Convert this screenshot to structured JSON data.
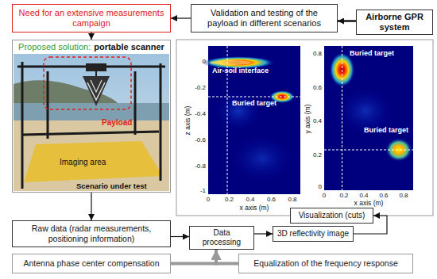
{
  "diagram": {
    "nodes": [
      {
        "text": [
          "Need for an extensive measurements campaign"
        ]
      },
      {
        "text": [
          "Validation and testing of the payload in different scenarios"
        ]
      },
      {
        "text": [
          "Airborne GPR system"
        ]
      },
      {
        "text": [
          "Proposed solution:",
          "portable scanner"
        ]
      },
      {
        "text": [
          "Raw data (radar measurements, positioning information)"
        ]
      },
      {
        "text": [
          "Data processing"
        ]
      },
      {
        "text": [
          "3D reflectivity image"
        ]
      },
      {
        "text": [
          "Visualization (cuts)"
        ]
      },
      {
        "text": [
          "Antenna phase center compensation"
        ]
      },
      {
        "text": [
          "Equalization of the frequency response"
        ]
      }
    ],
    "edges": [
      {
        "from": 2,
        "to": 1,
        "arrow": "to"
      },
      {
        "from": 1,
        "to": 0,
        "arrow": "to"
      },
      {
        "from": 0,
        "to": 3,
        "arrow": "to"
      },
      {
        "from": 3,
        "to": 4,
        "arrow": "to"
      },
      {
        "from": 4,
        "to": 5,
        "arrow": "to"
      },
      {
        "from": 5,
        "to": 6,
        "arrow": "to"
      },
      {
        "from": 6,
        "to": 7,
        "arrow": "to"
      },
      {
        "from": 8,
        "to": 5,
        "arrow": "to"
      },
      {
        "from": 9,
        "to": 5,
        "arrow": "to"
      }
    ],
    "labels": [
      "Payload",
      "Imaging area",
      "Scenario under test",
      "z axis (m)",
      "0",
      "-0.2",
      "-0.4",
      "-0.6",
      "-0.8",
      "-1",
      "0",
      "0.2",
      "0.4",
      "0.6",
      "0.8",
      "x axis (m)",
      "Air-soil interface",
      "Buried target",
      "y axis (m)",
      "0.8",
      "0.6",
      "0.4",
      "0.2",
      "0",
      "0",
      "0.2",
      "0.4",
      "0.6",
      "0.8",
      "x axis (m)",
      "Buried target",
      "Buried target"
    ]
  }
}
